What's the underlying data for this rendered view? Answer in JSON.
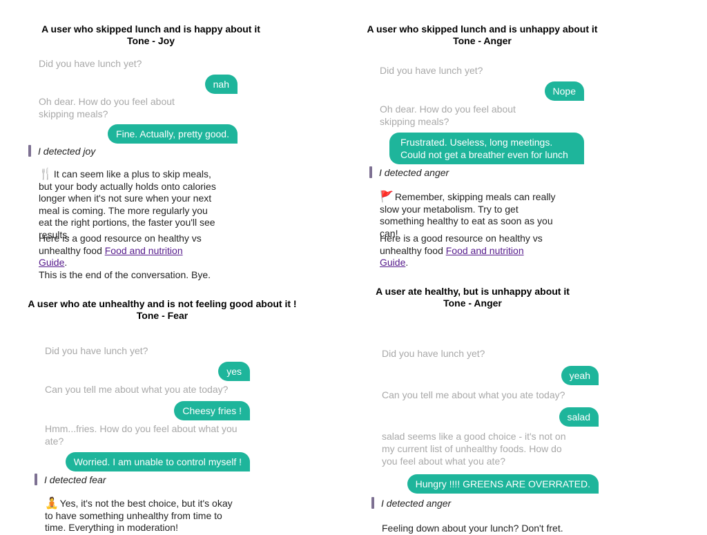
{
  "panels": {
    "joy": {
      "title1": "A user who skipped lunch and is happy about it",
      "title2": "Tone - Joy",
      "bot1": "Did you have lunch yet?",
      "user1": "nah",
      "bot2": "Oh dear. How do you feel about skipping meals?",
      "user2": "Fine. Actually, pretty good.",
      "detected": "I detected joy",
      "response_icon": "fork-knife-icon",
      "response": "It can seem like a plus to skip meals, but your body actually holds onto calories longer when it's not sure when your next meal is coming. The more regularly you eat the right portions, the faster you'll see results.",
      "resource_text": "Here is a good resource on healthy vs unhealthy food",
      "resource_link": "Food and nutrition Guide",
      "resource_end": ".",
      "closing": "This is the end of the conversation. Bye."
    },
    "anger_skip": {
      "title1": "A user who skipped lunch and is unhappy about it",
      "title2": "Tone - Anger",
      "bot1": "Did you have lunch yet?",
      "user1": "Nope",
      "bot2": "Oh dear. How do you feel about skipping meals?",
      "user2": "Frustrated. Useless, long meetings. Could not get a breather even for lunch",
      "detected": "I detected anger",
      "response_icon": "red-flag-icon",
      "response": "Remember, skipping meals can really slow your metabolism. Try to get something healthy to eat as soon as you can!",
      "resource_text": "Here is a good resource on healthy vs unhealthy food",
      "resource_link": "Food and nutrition Guide",
      "resource_end": "."
    },
    "fear": {
      "title1": "A user who ate unhealthy and is not feeling good about it !",
      "title2": "Tone - Fear",
      "bot1": "Did you have lunch yet?",
      "user1": "yes",
      "bot2": "Can you tell me about what you ate today?",
      "user2": "Cheesy fries !",
      "bot3": "Hmm...fries. How do you feel about what you ate?",
      "user3": "Worried. I am unable to control myself !",
      "detected": "I detected fear",
      "response_icon": "buddha-emoji-icon",
      "response": "Yes, it's not the best choice, but it's okay to have something unhealthy from time to time. Everything in moderation!"
    },
    "anger_healthy": {
      "title1": "A user ate healthy, but is unhappy about it",
      "title2": "Tone - Anger",
      "bot1": "Did you have lunch yet?",
      "user1": "yeah",
      "bot2": "Can you tell me about what you ate today?",
      "user2": "salad",
      "bot3": "salad seems like a good choice - it's not on my current list of unhealthy foods. How do you feel about what you ate?",
      "user3": "Hungry !!!! GREENS ARE OVERRATED.",
      "detected": "I detected anger",
      "response": "Feeling down about your lunch? Don't fret."
    }
  },
  "colors": {
    "bubble": "#1eb59b",
    "bot_text": "#a8a8a8",
    "detect_bar": "#7d7092",
    "link": "#551a8b"
  }
}
